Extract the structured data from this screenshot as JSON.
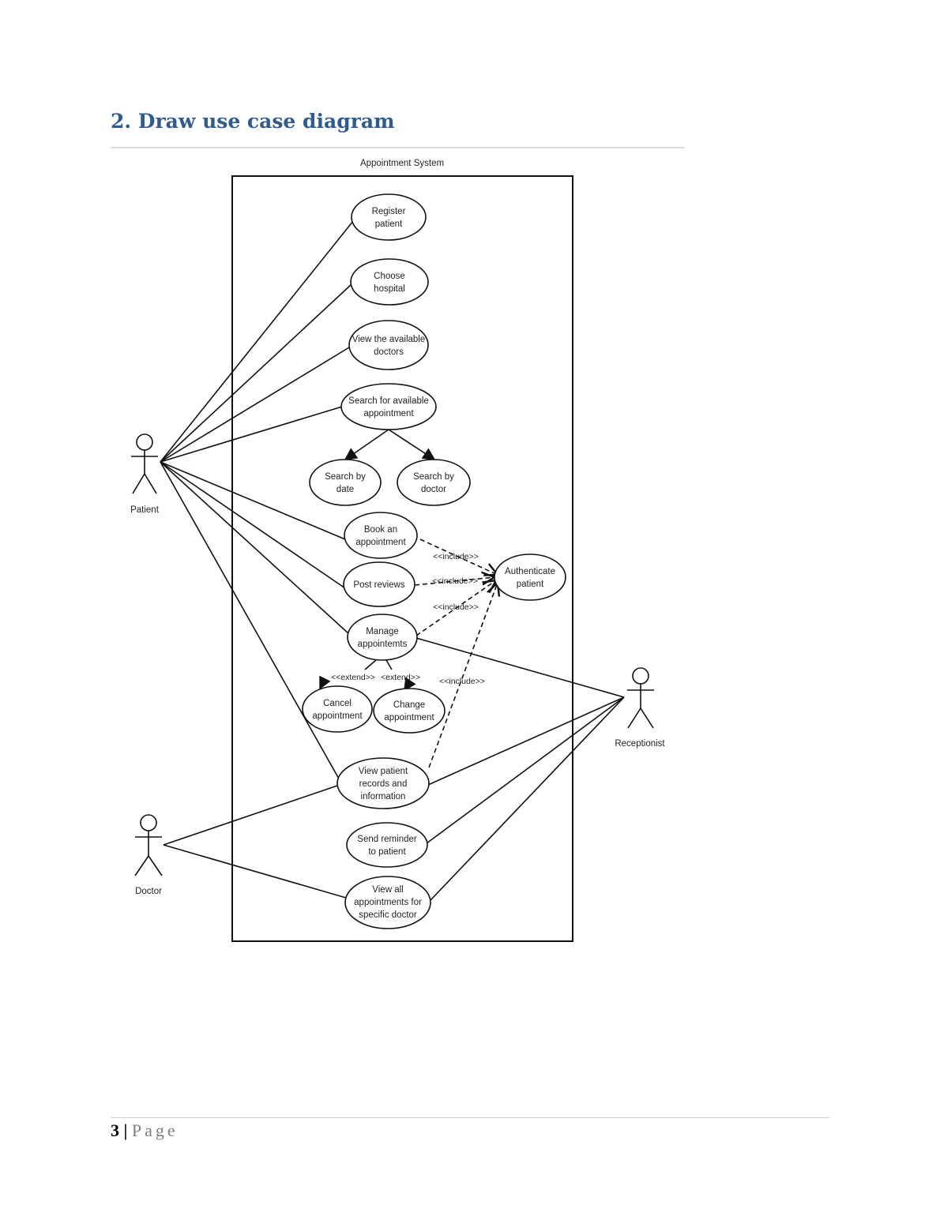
{
  "heading": "2. Draw use case diagram",
  "diagram": {
    "system_title": "Appointment System",
    "actors": {
      "patient": "Patient",
      "receptionist": "Receptionist",
      "doctor": "Doctor"
    },
    "use_cases": {
      "register": [
        "Register",
        "patient"
      ],
      "choose": [
        "Choose",
        "hospital"
      ],
      "view_doctors": [
        "View the available",
        "doctors"
      ],
      "search": [
        "Search for available",
        "appointment"
      ],
      "by_date": [
        "Search by",
        "date"
      ],
      "by_doctor": [
        "Search by",
        "doctor"
      ],
      "book": [
        "Book an",
        "appointment"
      ],
      "post": [
        "Post reviews"
      ],
      "auth": [
        "Authenticate",
        "patient"
      ],
      "manage": [
        "Manage",
        "appointemts"
      ],
      "cancel": [
        "Cancel",
        "appointment"
      ],
      "change": [
        "Change",
        "appointment"
      ],
      "records": [
        "View patient",
        "records and",
        "information"
      ],
      "reminder": [
        "Send reminder",
        "to patient"
      ],
      "view_all": [
        "View all",
        "appointments for",
        "specific doctor"
      ]
    },
    "include_label": "<<include>>",
    "extend_label_1": "<<extend>>",
    "extend_label_2": "<extend>>"
  },
  "footer": {
    "page_number": "3",
    "separator": " | ",
    "page_word": "Page"
  }
}
